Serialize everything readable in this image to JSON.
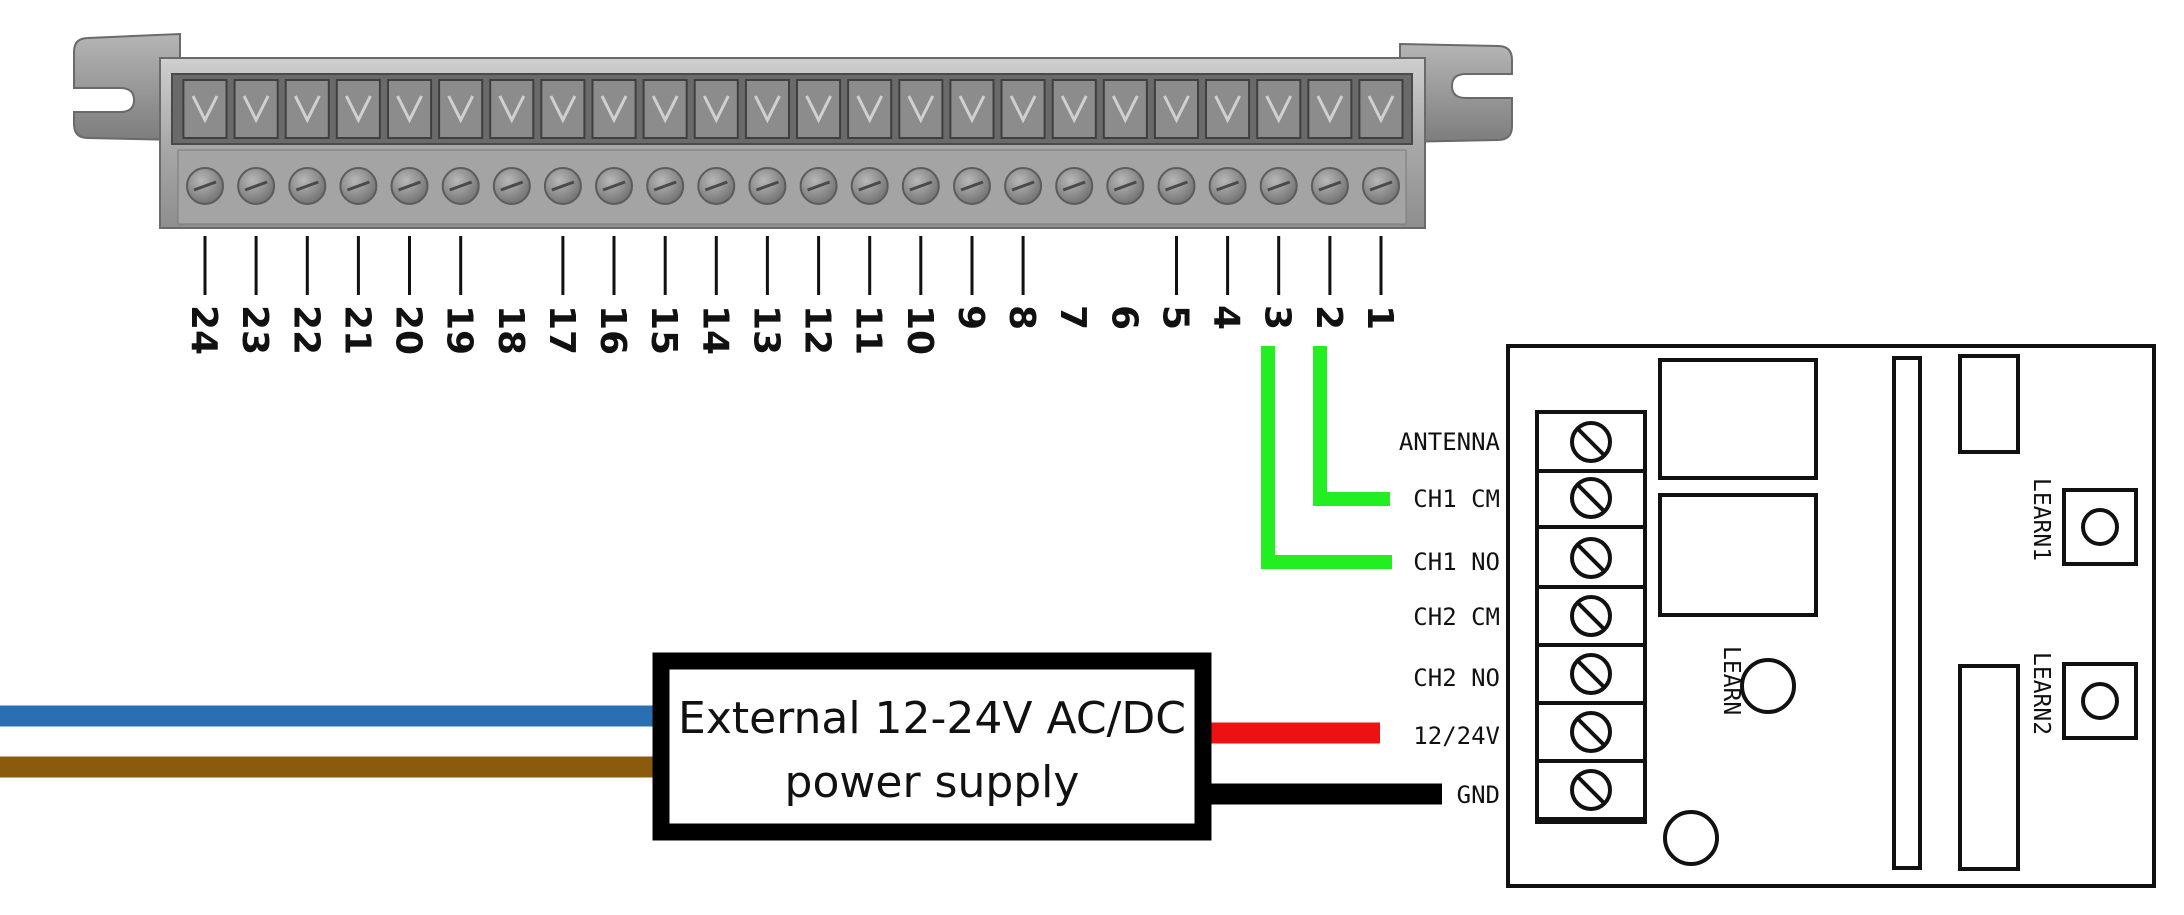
{
  "terminal_block": {
    "terminals": [
      "24",
      "23",
      "22",
      "21",
      "20",
      "19",
      "18",
      "17",
      "16",
      "15",
      "14",
      "13",
      "12",
      "11",
      "10",
      "9",
      "8",
      "7",
      "6",
      "5",
      "4",
      "3",
      "2",
      "1"
    ]
  },
  "receiver_board": {
    "labels": [
      "ANTENNA",
      "CH1 CM",
      "CH1 NO",
      "CH2 CM",
      "CH2 NO",
      "12/24V",
      "GND"
    ],
    "learn_labels": [
      "LEARN",
      "LEARN1",
      "LEARN2"
    ]
  },
  "power_supply": {
    "line1": "External 12-24V AC/DC",
    "line2": "power supply"
  },
  "colors": {
    "signal_wire": "#22ee22",
    "positive_wire": "#ee1111",
    "ground_wire": "#000000",
    "mains_live": "#2b6fb3",
    "mains_neutral": "#8b5a0c",
    "terminal_body": "#a7a7a7",
    "terminal_screw": "#858585"
  }
}
